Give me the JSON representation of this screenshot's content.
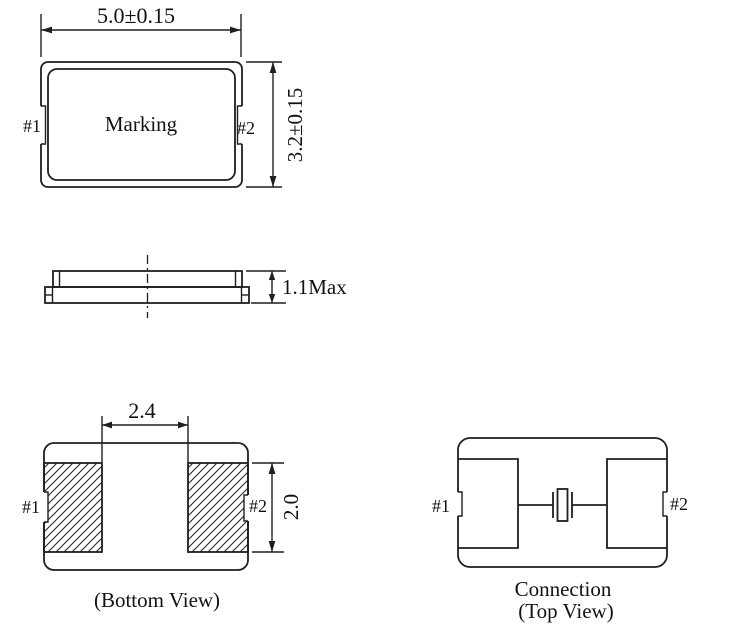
{
  "colors": {
    "line": "#1f1f1f",
    "text": "#121212",
    "background": "#ffffff"
  },
  "views": {
    "top": {
      "marking": "Marking",
      "pin1": "#1",
      "pin2": "#2",
      "width_dim": "5.0±0.15",
      "height_dim": "3.2±0.15"
    },
    "side": {
      "height_dim": "1.1Max"
    },
    "bottom": {
      "pin1": "#1",
      "pin2": "#2",
      "gap_dim": "2.4",
      "pad_height_dim": "2.0",
      "caption": "(Bottom View)"
    },
    "connection": {
      "pin1": "#1",
      "pin2": "#2",
      "caption_line1": "Connection",
      "caption_line2": "(Top View)"
    }
  }
}
